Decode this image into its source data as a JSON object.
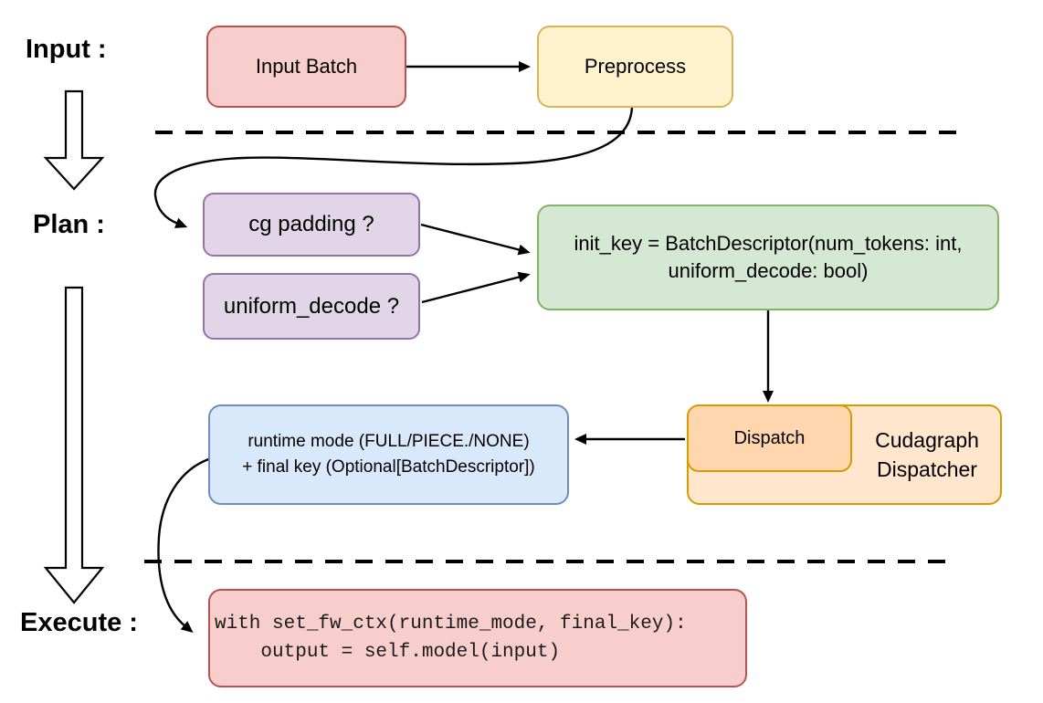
{
  "stages": {
    "input_label": "Input :",
    "plan_label": "Plan :",
    "execute_label": "Execute :"
  },
  "nodes": {
    "input_batch": {
      "label": "Input Batch"
    },
    "preprocess": {
      "label": "Preprocess"
    },
    "cg_padding": {
      "label": "cg padding ?"
    },
    "uniform_decode": {
      "label": "uniform_decode ?"
    },
    "init_key": {
      "line1": "init_key = BatchDescriptor(num_tokens: int,",
      "line2": "uniform_decode: bool)"
    },
    "runtime_mode": {
      "line1": "runtime mode (FULL/PIECE./NONE)",
      "line2": "+ final key (Optional[BatchDescriptor])"
    },
    "dispatch": {
      "label": "Dispatch"
    },
    "cudagraph_dispatcher": {
      "line1": "Cudagraph",
      "line2": "Dispatcher"
    },
    "execute_code": {
      "line1": "with set_fw_ctx(runtime_mode, final_key):",
      "line2": "    output = self.model(input)"
    }
  },
  "connectors": {
    "input_batch_to_preprocess": "arrow",
    "preprocess_to_cg_padding": "curved arrow",
    "cg_padding_to_init_key": "arrow",
    "uniform_decode_to_init_key": "arrow",
    "init_key_to_dispatch": "arrow",
    "dispatch_to_runtime_mode": "arrow",
    "runtime_mode_to_execute_code": "curved arrow",
    "stage_separator_count": 2
  },
  "colors": {
    "red_fill": "#f8cecc",
    "red_stroke": "#b85450",
    "yellow_fill": "#fff2cc",
    "yellow_stroke": "#d6b656",
    "purple_fill": "#e1d5e7",
    "purple_stroke": "#9673a6",
    "green_fill": "#d5e8d4",
    "green_stroke": "#82b366",
    "blue_fill": "#dae8fc",
    "blue_stroke": "#6c8ebf",
    "orange_fill": "#ffe6cc",
    "orange_inner_fill": "#ffd6ad",
    "orange_stroke": "#d79b00",
    "line": "#000000"
  }
}
